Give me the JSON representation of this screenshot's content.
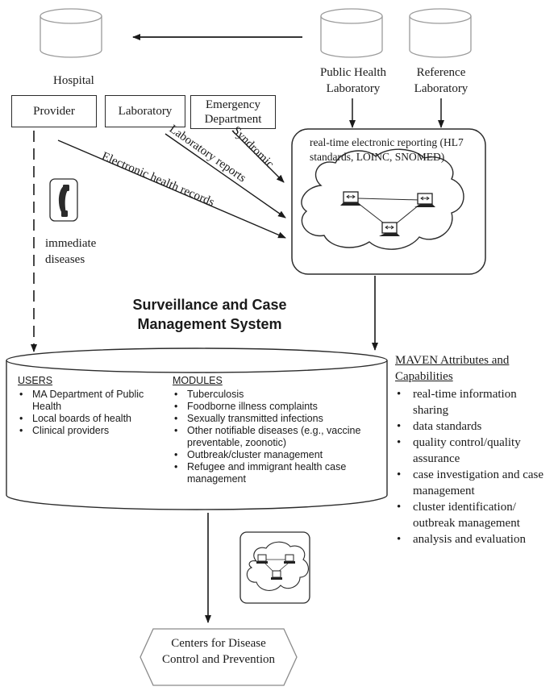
{
  "nodes": {
    "hospital": "Hospital",
    "provider": "Provider",
    "laboratory": "Laboratory",
    "emergency_department": "Emergency Department",
    "public_health_lab": "Public Health Laboratory",
    "reference_lab": "Reference Laboratory",
    "realtime_reporting": "real-time electronic reporting (HL7 standards, LOINC, SNOMED)",
    "immediate_diseases": "immediate diseases",
    "system_title": "Surveillance and Case Management System",
    "cdc": "Centers for Disease Control and Prevention"
  },
  "edge_labels": {
    "syndromic": "Syndromic",
    "laboratory_reports": "Laboratory reports",
    "ehr": "Electronic health records"
  },
  "users": {
    "header": "USERS",
    "items": [
      "MA Department of Public Health",
      "Local boards of health",
      "Clinical providers"
    ]
  },
  "modules": {
    "header": "MODULES",
    "items": [
      "Tuberculosis",
      "Foodborne illness complaints",
      "Sexually transmitted infections",
      "Other notifiable diseases (e.g., vaccine preventable, zoonotic)",
      "Outbreak/cluster management",
      "Refugee and immigrant health case management"
    ]
  },
  "maven": {
    "header": "MAVEN Attributes and Capabilities",
    "items": [
      "real-time information sharing",
      "data standards",
      "quality control/quality assurance",
      "case investigation and case management",
      "cluster identification/ outbreak management",
      "analysis and evaluation"
    ]
  },
  "icons": [
    "database-cylinder-icon",
    "computer-network-cloud-icon",
    "telephone-icon"
  ]
}
